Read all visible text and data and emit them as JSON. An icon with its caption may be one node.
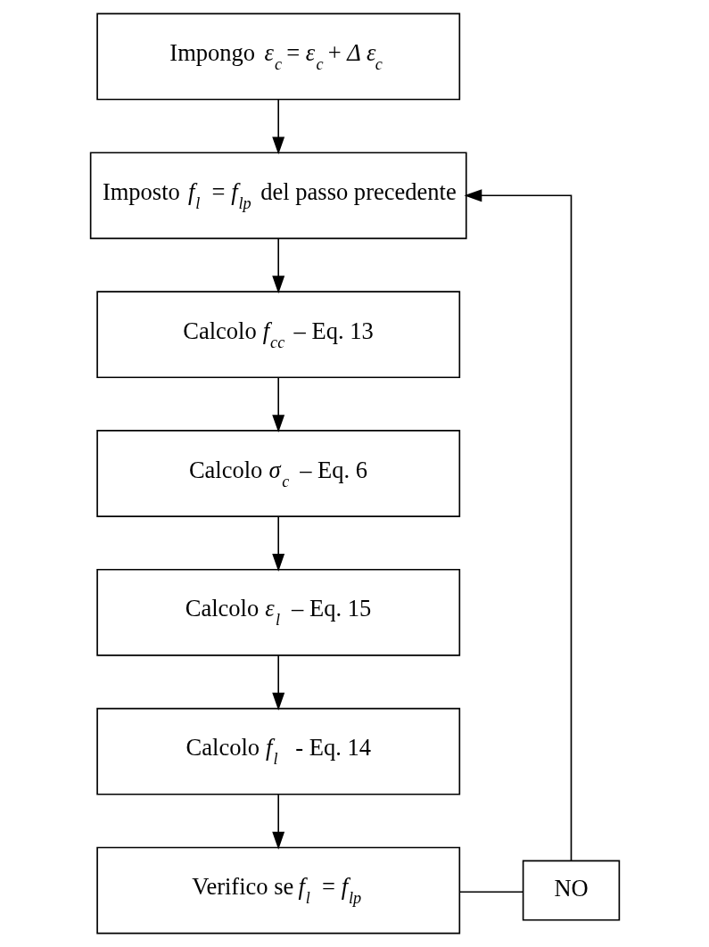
{
  "diagram": {
    "nodes": [
      {
        "text": [
          "Impongo *ε*$_{c}$= *ε*$_{c}$+ *Δ ε*$_{c}$"
        ]
      },
      {
        "text": [
          "Imposto *f*$_{l}$ = *f*$_{lp}$ del passo precedente"
        ]
      },
      {
        "text": [
          "Calcolo *f*$_{cc}$ – Eq. 13"
        ]
      },
      {
        "text": [
          "Calcolo *σ*$_{c}$ – Eq. 6"
        ]
      },
      {
        "text": [
          "Calcolo *ε*$_{l}$ – Eq. 15"
        ]
      },
      {
        "text": [
          "Calcolo *f*$_{l}$  - Eq. 14"
        ]
      },
      {
        "text": [
          "Verifico se *f*$_{l}$ = *f*$_{lp}$"
        ]
      },
      {
        "text": [
          "NO"
        ]
      }
    ],
    "edges": [
      {
        "from": 0,
        "to": 1,
        "arrow": "to"
      },
      {
        "from": 1,
        "to": 2,
        "arrow": "to"
      },
      {
        "from": 2,
        "to": 3,
        "arrow": "to"
      },
      {
        "from": 3,
        "to": 4,
        "arrow": "to"
      },
      {
        "from": 4,
        "to": 5,
        "arrow": "to"
      },
      {
        "from": 5,
        "to": 6,
        "arrow": "to"
      },
      {
        "from": 6,
        "to": 7,
        "arrow": "none"
      },
      {
        "from": 7,
        "to": 1,
        "arrow": "to"
      }
    ]
  }
}
